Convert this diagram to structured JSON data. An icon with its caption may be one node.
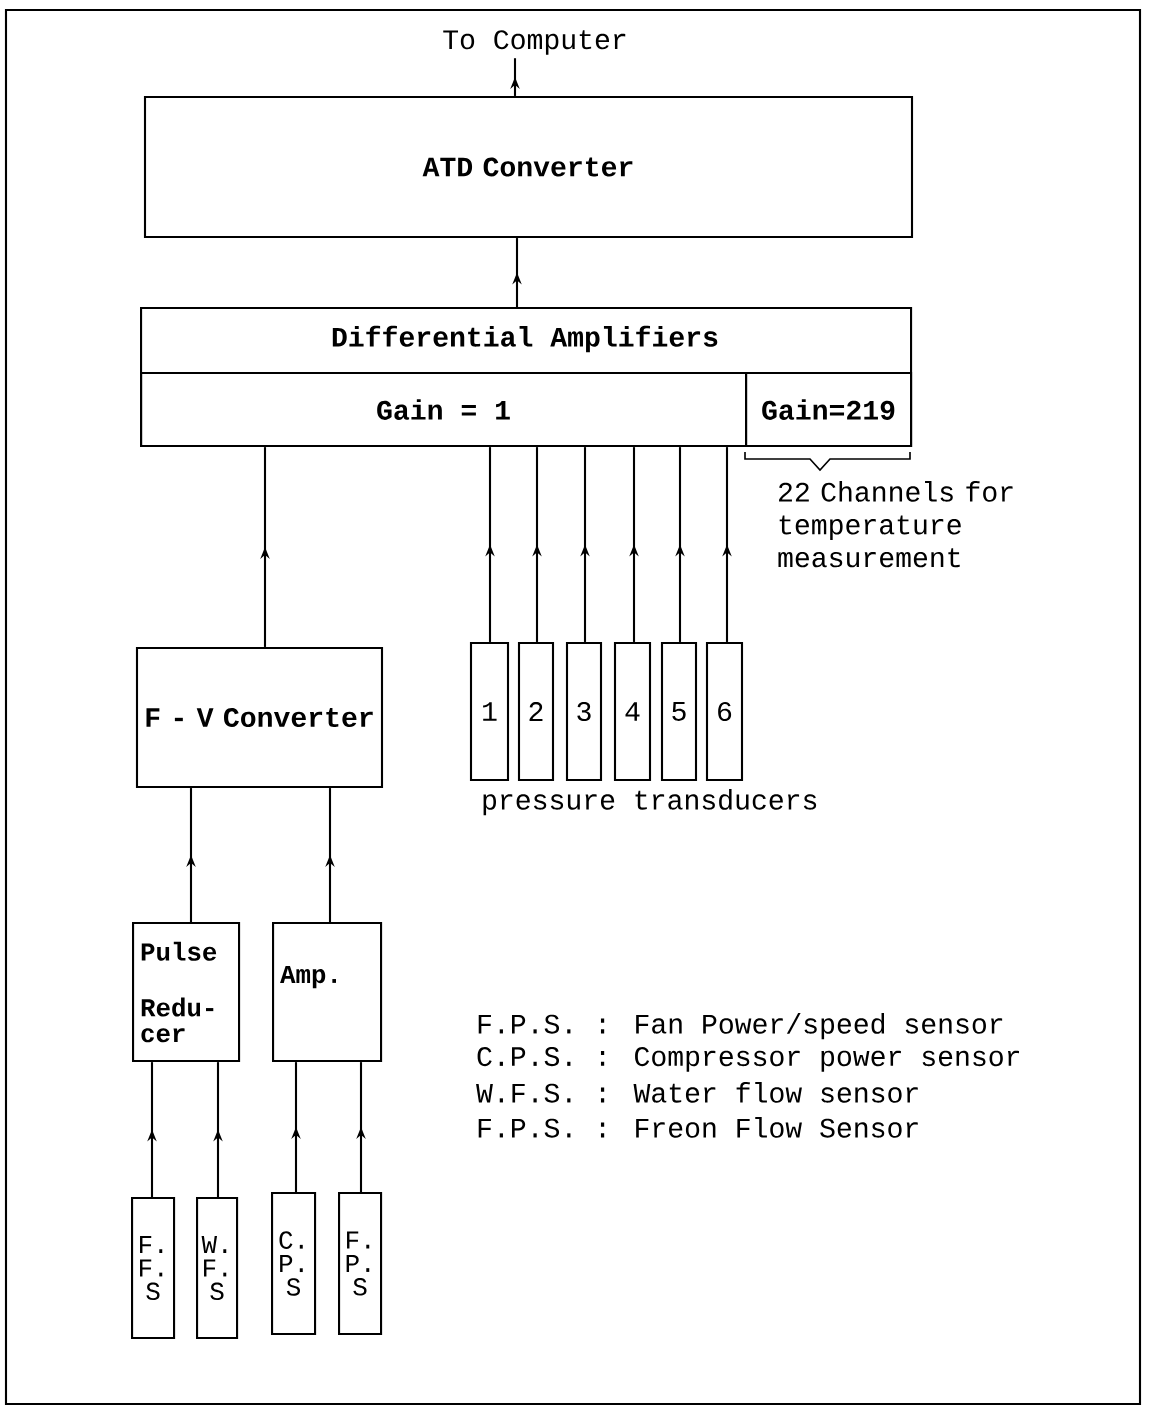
{
  "diagram": {
    "nodes": [
      {
        "text": [
          "To Computer"
        ]
      },
      {
        "text": [
          "ATD Converter"
        ]
      },
      {
        "text": [
          "Differential Amplifiers"
        ]
      },
      {
        "text": [
          "Gain = 1"
        ],
        "in": 2
      },
      {
        "text": [
          "Gain=219"
        ],
        "in": 2,
        "beside": [
          "22 Channels for temperature measurement"
        ]
      },
      {
        "text": [
          "F - V Converter"
        ]
      },
      {
        "text": [
          "1"
        ]
      },
      {
        "text": [
          "2"
        ]
      },
      {
        "text": [
          "3"
        ]
      },
      {
        "text": [
          "4"
        ]
      },
      {
        "text": [
          "5"
        ]
      },
      {
        "text": [
          "6"
        ]
      },
      {
        "text": [
          "Pulse Redu-cer"
        ]
      },
      {
        "text": [
          "Amp."
        ]
      },
      {
        "text": [
          "F.F.S"
        ]
      },
      {
        "text": [
          "W.F.S"
        ]
      },
      {
        "text": [
          "C.P.S"
        ]
      },
      {
        "text": [
          "F.P.S"
        ]
      }
    ],
    "edges": [
      {
        "from": 1,
        "to": 0,
        "arrow": "to"
      },
      {
        "from": 2,
        "to": 1,
        "arrow": "to"
      },
      {
        "from": 5,
        "to": 3,
        "arrow": "to"
      },
      {
        "from": 6,
        "to": 3,
        "arrow": "to"
      },
      {
        "from": 7,
        "to": 3,
        "arrow": "to"
      },
      {
        "from": 8,
        "to": 3,
        "arrow": "to"
      },
      {
        "from": 9,
        "to": 3,
        "arrow": "to"
      },
      {
        "from": 10,
        "to": 3,
        "arrow": "to"
      },
      {
        "from": 11,
        "to": 3,
        "arrow": "to"
      },
      {
        "from": 12,
        "to": 5,
        "arrow": "to"
      },
      {
        "from": 13,
        "to": 5,
        "arrow": "to"
      },
      {
        "from": 14,
        "to": 12,
        "arrow": "to"
      },
      {
        "from": 15,
        "to": 12,
        "arrow": "to"
      },
      {
        "from": 16,
        "to": 13,
        "arrow": "to"
      },
      {
        "from": 17,
        "to": 13,
        "arrow": "to"
      }
    ],
    "labels": [
      "pressure transducers",
      "F.P.S. : Fan Power/speed sensor",
      "C.P.S. : Compressor power sensor",
      "W.F.S. : Water flow sensor",
      "F.P.S. : Freon Flow Sensor"
    ]
  }
}
